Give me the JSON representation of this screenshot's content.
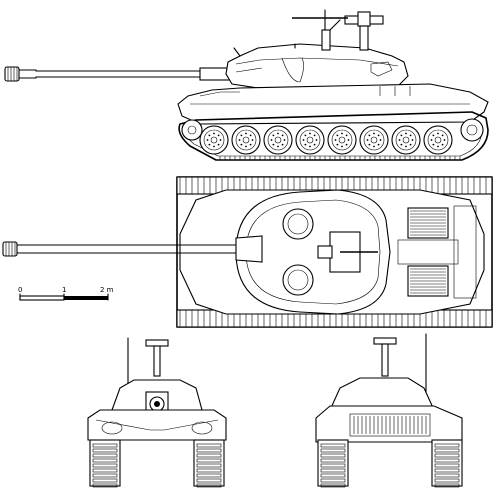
{
  "scale_bar": {
    "labels": [
      "0",
      "1",
      "2 m"
    ]
  },
  "views": [
    {
      "name": "side-view"
    },
    {
      "name": "top-view"
    },
    {
      "name": "front-view"
    },
    {
      "name": "rear-view"
    }
  ]
}
